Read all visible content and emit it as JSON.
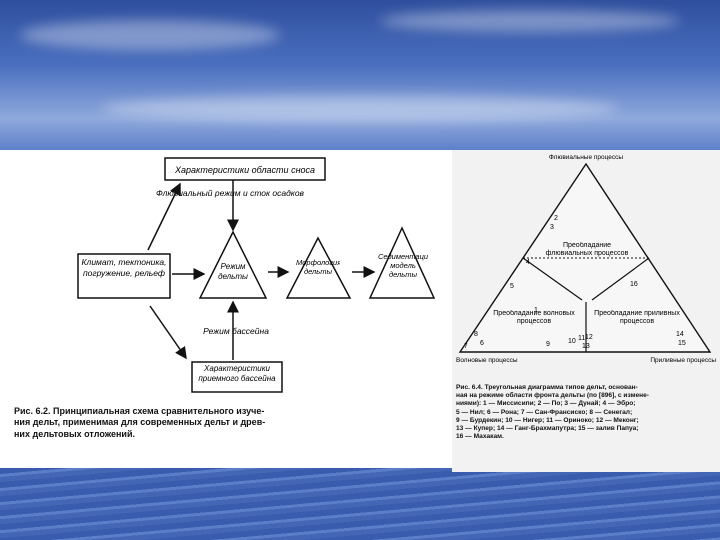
{
  "left_figure": {
    "box_top": "Характеристики области сноса",
    "label_river": "Флювиальный режим и сток осадков",
    "box_left": "Климат, тектоника, погружение, рельеф",
    "tri_regime": "Режим дельты",
    "tri_morph": "Морфология дельты",
    "tri_model": "Седиментационная модель дельты",
    "label_basin": "Режим бассейна",
    "box_bottom": "Характеристики приемного бассейна",
    "caption_lines": [
      "Рис. 6.2. Принципиальная схема сравнительного изуче-",
      "ния дельт, применимая для современных дельт и древ-",
      "них дельтовых отложений."
    ]
  },
  "right_figure": {
    "apex_top": "Флювиальные процессы",
    "apex_left": "Волновые процессы",
    "apex_right": "Приливные процессы",
    "region_fluvial": "Преобладание флювиальных процессов",
    "region_wave": "Преобладание волновых процессов",
    "region_tidal": "Преобладание приливных процессов",
    "points": [
      "1",
      "2",
      "3",
      "4",
      "5",
      "6",
      "7",
      "8",
      "9",
      "10",
      "11",
      "12",
      "13",
      "14",
      "15",
      "16"
    ],
    "caption_lines": [
      "Рис. 6.4. Треугольная диаграмма типов дельт, основан-",
      "ная на режиме области фронта дельты (по [896], с измене-",
      "ниями): 1 — Миссисипи; 2 — По; 3 — Дунай; 4 — Эбро;",
      "5 — Нил; 6 — Рона; 7 — Сан-Франсиско; 8 — Сенегал;",
      "9 — Бурдекин; 10 — Нигер; 11 — Ориноко; 12 — Меконг;",
      "13 — Купер; 14 — Ганг-Брахмапутра; 15 — залив Папуа;",
      "16 — Махакам."
    ]
  }
}
